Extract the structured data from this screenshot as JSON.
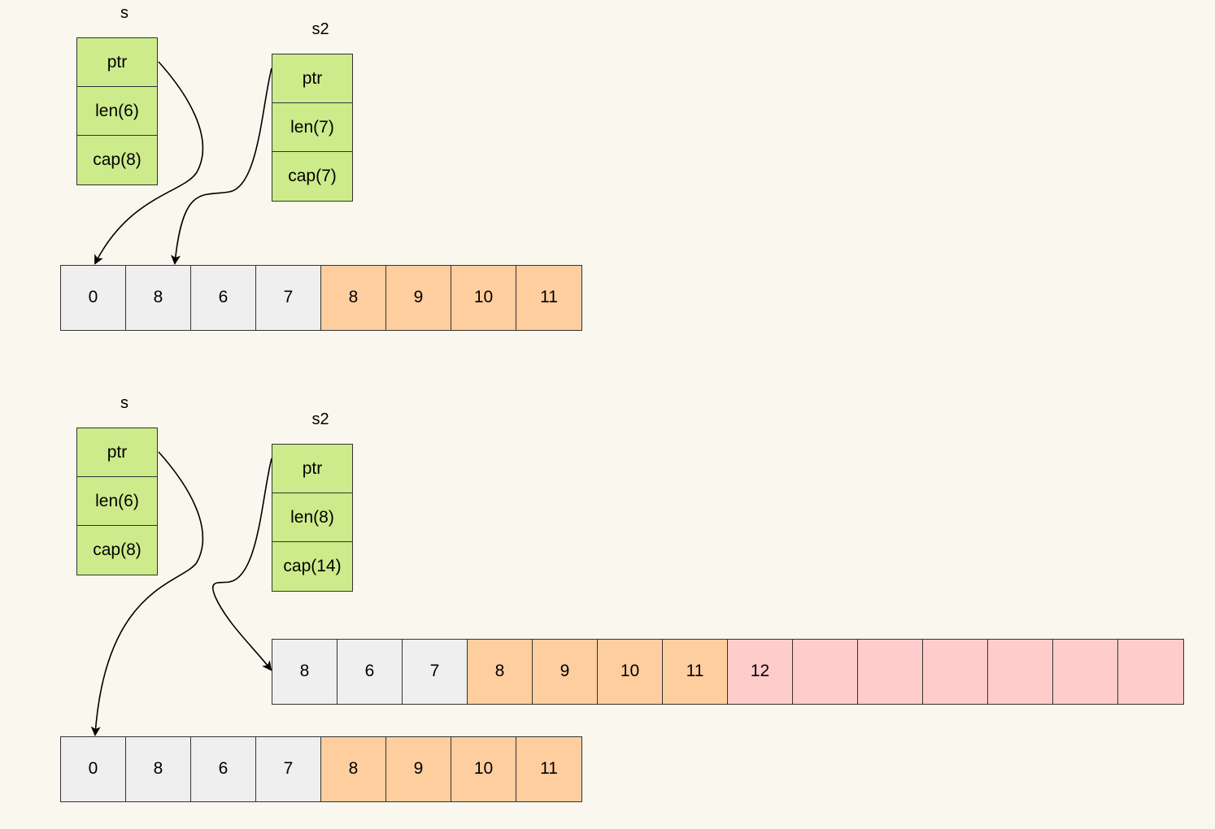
{
  "top": {
    "s": {
      "label": "s",
      "fields": [
        "ptr",
        "len(6)",
        "cap(8)"
      ]
    },
    "s2": {
      "label": "s2",
      "fields": [
        "ptr",
        "len(7)",
        "cap(7)"
      ]
    },
    "array": {
      "cells": [
        "0",
        "8",
        "6",
        "7",
        "8",
        "9",
        "10",
        "11"
      ],
      "colors": [
        "gray",
        "gray",
        "gray",
        "gray",
        "orange",
        "orange",
        "orange",
        "orange"
      ]
    }
  },
  "bottom": {
    "s": {
      "label": "s",
      "fields": [
        "ptr",
        "len(6)",
        "cap(8)"
      ]
    },
    "s2": {
      "label": "s2",
      "fields": [
        "ptr",
        "len(8)",
        "cap(14)"
      ]
    },
    "new_array": {
      "cells": [
        "8",
        "6",
        "7",
        "8",
        "9",
        "10",
        "11",
        "12",
        "",
        "",
        "",
        "",
        "",
        ""
      ],
      "colors": [
        "gray",
        "gray",
        "gray",
        "orange",
        "orange",
        "orange",
        "orange",
        "pink",
        "pink",
        "pink",
        "pink",
        "pink",
        "pink",
        "pink"
      ]
    },
    "old_array": {
      "cells": [
        "0",
        "8",
        "6",
        "7",
        "8",
        "9",
        "10",
        "11"
      ],
      "colors": [
        "gray",
        "gray",
        "gray",
        "gray",
        "orange",
        "orange",
        "orange",
        "orange"
      ]
    }
  },
  "colors": {
    "background": "#FAF7EF",
    "struct_fill": "#CDEB8B",
    "gray_cell": "#EFEFEF",
    "orange_cell": "#FFCE9F",
    "pink_cell": "#FFCCCC",
    "border": "#333333"
  }
}
